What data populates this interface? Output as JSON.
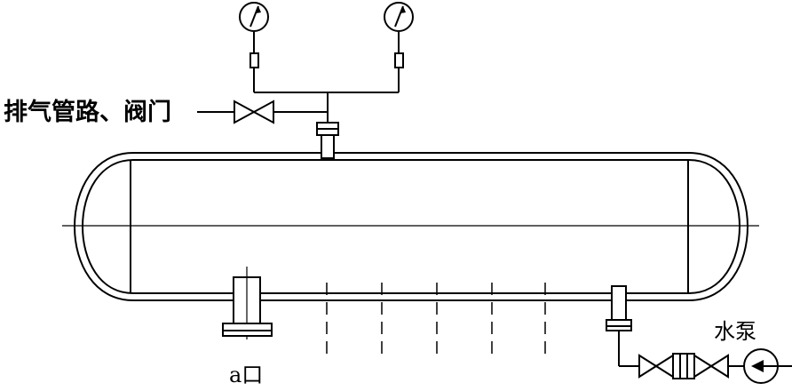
{
  "labels": {
    "vent": "排气管路、阀门",
    "pump": "水泵",
    "port_a": "a口"
  },
  "colors": {
    "line": "#000000",
    "background": "#ffffff"
  },
  "icons": [
    "pressure-gauge-icon",
    "gate-valve-icon",
    "pump-icon"
  ]
}
